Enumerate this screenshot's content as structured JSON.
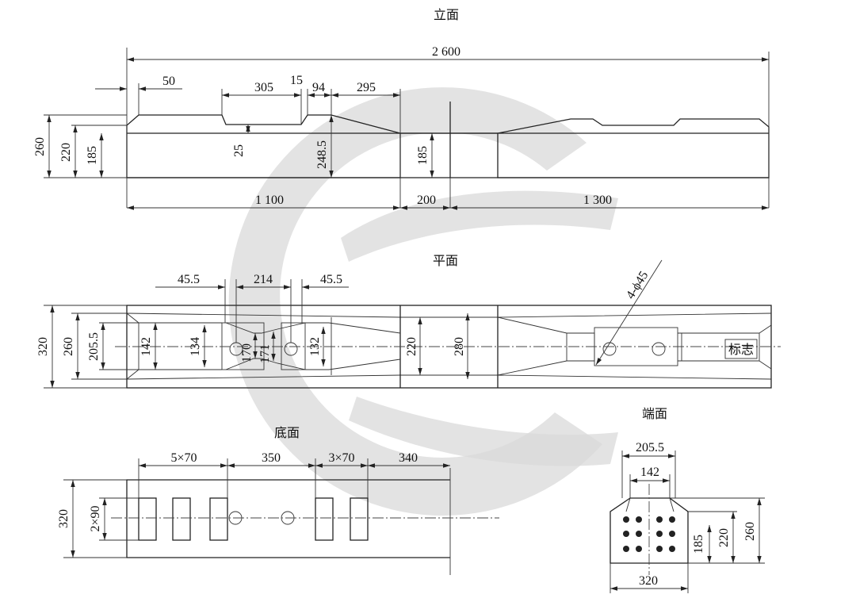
{
  "titles": {
    "elevation": "立面",
    "plan": "平面",
    "bottom": "底面",
    "end": "端面"
  },
  "elevation": {
    "total": "2 600",
    "top": [
      "50",
      "305",
      "15",
      "94",
      "295"
    ],
    "left": [
      "260",
      "220",
      "185"
    ],
    "inner": [
      "25",
      "248.5",
      "185"
    ],
    "bottom": [
      "1 100",
      "200",
      "1 300"
    ]
  },
  "plan": {
    "top": [
      "45.5",
      "214",
      "45.5"
    ],
    "hole_label": "4-ϕ45",
    "left": [
      "320",
      "260",
      "205.5"
    ],
    "inner": [
      "142",
      "134",
      "170",
      "171",
      "132",
      "220",
      "280"
    ],
    "mark": "标志"
  },
  "bottom_view": {
    "top": [
      "5×70",
      "350",
      "3×70",
      "340"
    ],
    "left": [
      "320",
      "2×90"
    ]
  },
  "end_view": {
    "top": [
      "205.5",
      "142"
    ],
    "right": [
      "185",
      "220",
      "260"
    ],
    "bottom": "320"
  }
}
